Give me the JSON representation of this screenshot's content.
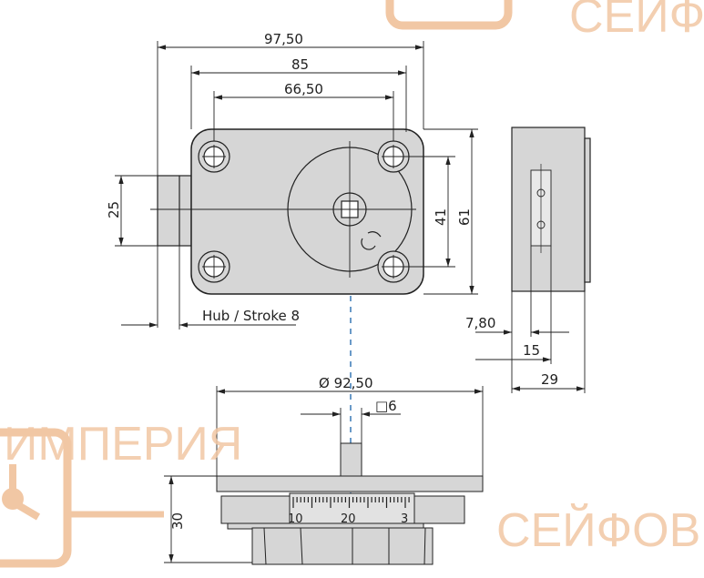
{
  "dimensions": {
    "overall_width": "97,50",
    "plate_width": "85",
    "hole_spacing_h": "66,50",
    "hub_height": "25",
    "hole_spacing_v": "41",
    "plate_height": "61",
    "stroke": "Hub / Stroke 8",
    "side_offset": "7,80",
    "side_slot": "15",
    "side_depth": "29",
    "dial_diameter": "Ø 92,50",
    "spindle_square": "□6",
    "dial_height": "30"
  },
  "dial_scale": [
    "10",
    "20",
    "3"
  ],
  "watermark": {
    "line1": "ИМПЕРИЯ",
    "line2": "СЕЙФОВ",
    "top_fragment": "СЕЙФ"
  },
  "colors": {
    "part_fill": "#d6d6d6",
    "line": "#222222",
    "centerline": "#2a6fb0",
    "watermark": "#f1c7a4"
  }
}
